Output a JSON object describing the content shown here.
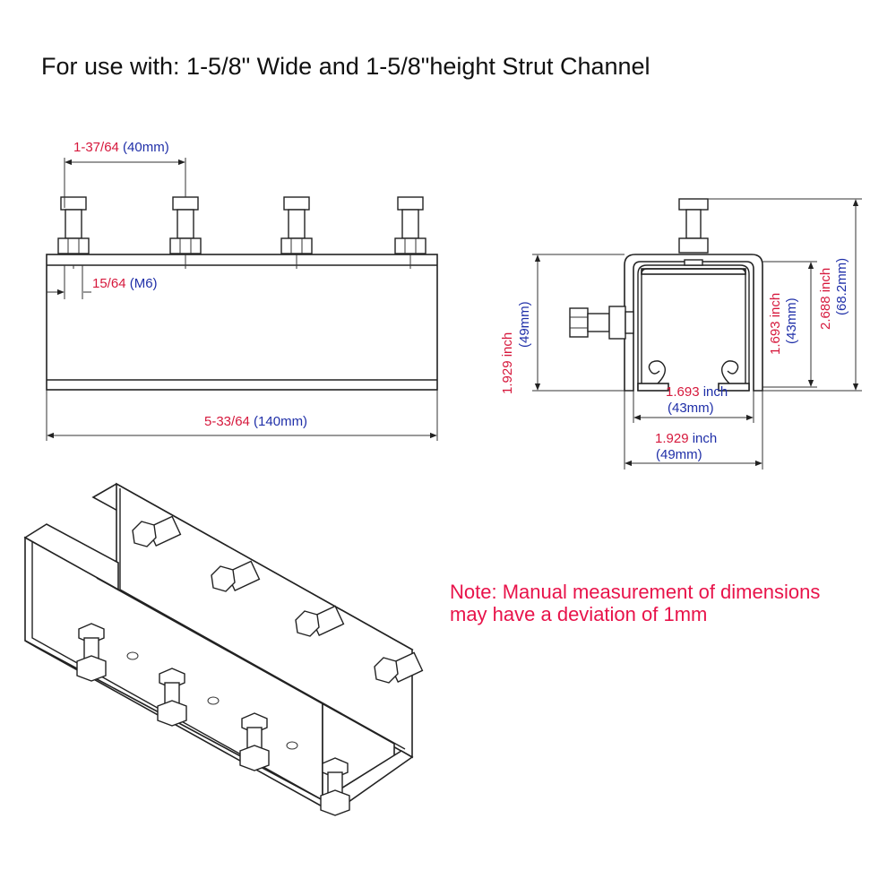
{
  "title": "For use with:  1-5/8\" Wide and 1-5/8\"height Strut Channel",
  "note": {
    "line1": "Note: Manual measurement of dimensions",
    "line2": "may have a deviation of 1mm"
  },
  "side_view": {
    "bolt_spacing": {
      "imperial": "1-37/64",
      "metric": "(40mm)"
    },
    "hole_offset": {
      "imperial": "15/64",
      "metric": "(M6)"
    },
    "length": {
      "imperial": "5-33/64",
      "metric": "(140mm)"
    }
  },
  "end_view": {
    "outer_height": {
      "imperial": "1.929 inch",
      "metric": "(49mm)"
    },
    "inner_height": {
      "imperial": "1.693 inch",
      "metric": "(43mm)"
    },
    "total_height": {
      "imperial": "2.688 inch",
      "metric": "(68.2mm)"
    },
    "inner_width": {
      "imperial": "1.693",
      "unit": "inch",
      "metric": "(43mm)"
    },
    "outer_width": {
      "imperial": "1.929",
      "unit": "inch",
      "metric": "(49mm)"
    }
  },
  "colors": {
    "imperial": "#d6183c",
    "metric": "#1f2fa8",
    "note": "#e8134a",
    "lines": "#222222"
  }
}
